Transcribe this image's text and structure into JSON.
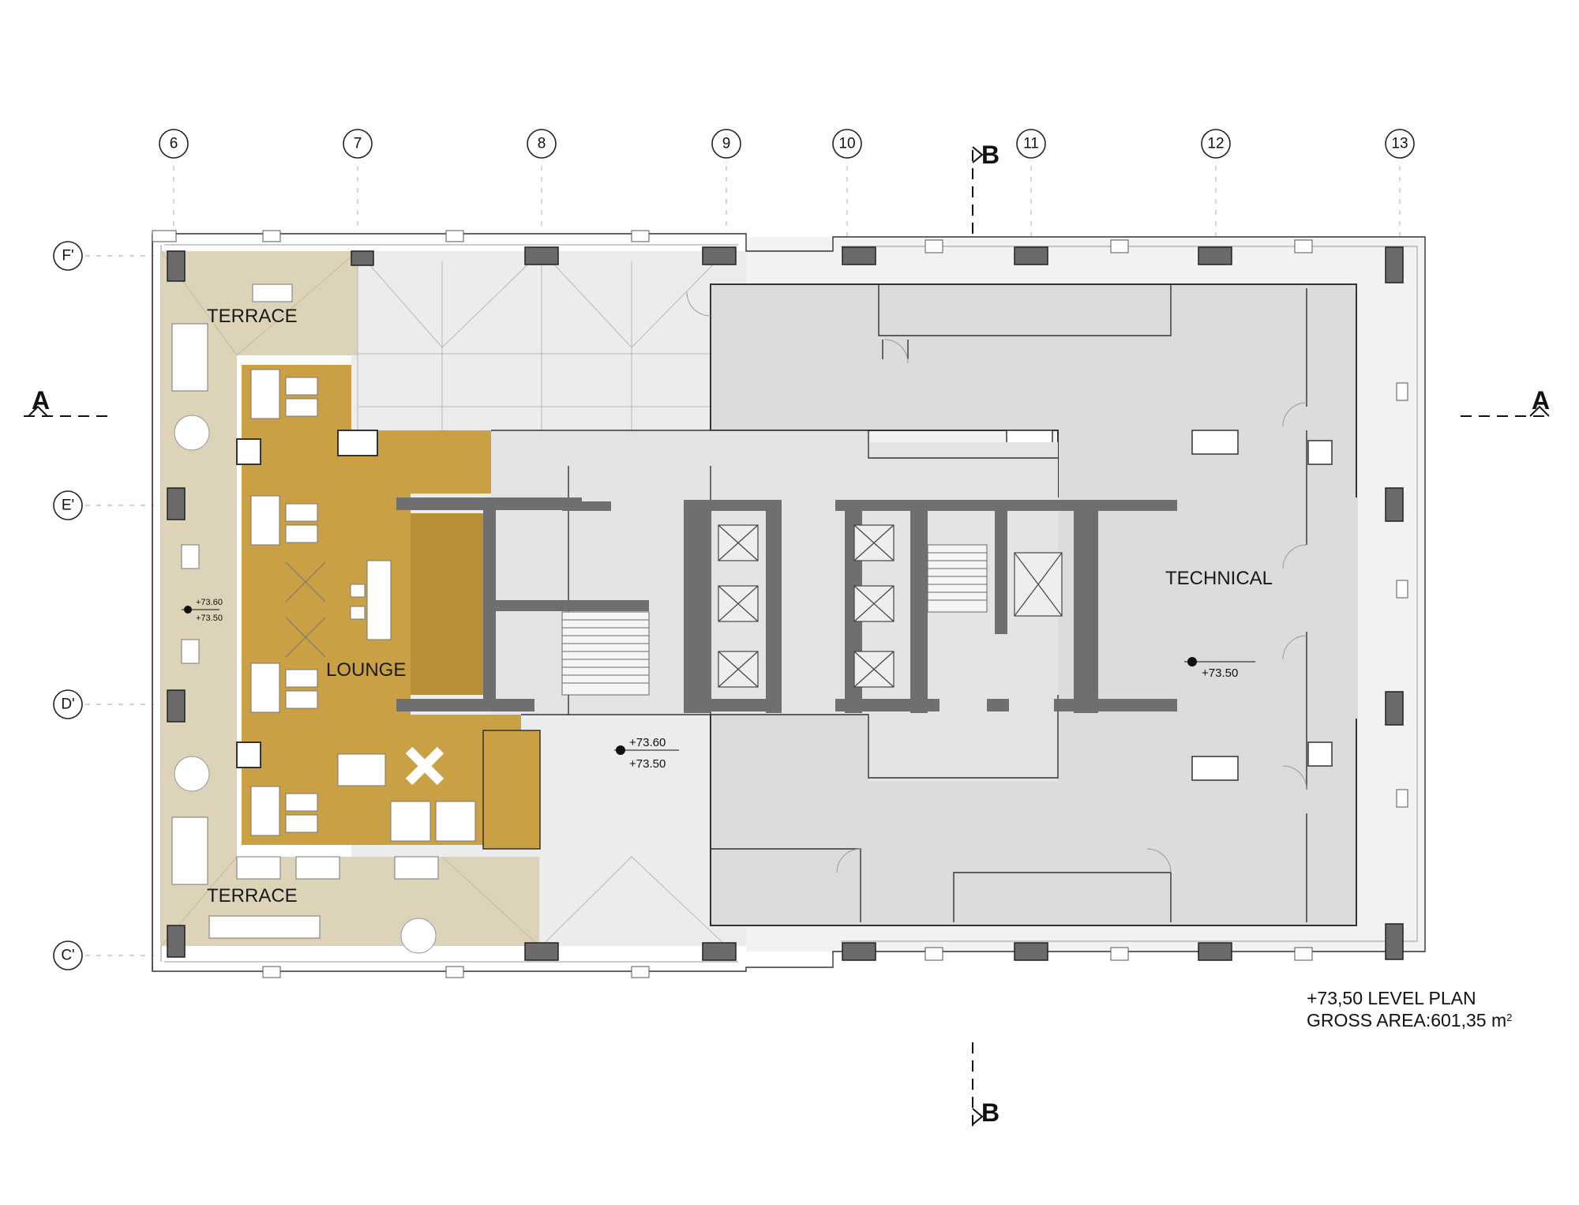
{
  "grid_columns": [
    "6",
    "7",
    "8",
    "9",
    "10",
    "11",
    "12",
    "13"
  ],
  "grid_rows": [
    "F'",
    "E'",
    "D'",
    "C'"
  ],
  "sections": {
    "a_left": "A",
    "a_right": "A",
    "b_top": "B",
    "b_bottom": "B"
  },
  "rooms": {
    "terrace_top": "TERRACE",
    "terrace_bottom": "TERRACE",
    "lounge": "LOUNGE",
    "technical": "TECHNICAL"
  },
  "levels": {
    "terrace_upper": "+73.60",
    "terrace_lower": "+73.50",
    "corridor_upper": "+73.60",
    "corridor_lower": "+73.50",
    "technical": "+73.50"
  },
  "title": {
    "line1": "+73,50 LEVEL PLAN",
    "line2_prefix": "GROSS AREA:601,35 m",
    "line2_sup": "2"
  },
  "colors": {
    "lounge_fill": "#c9a043",
    "terrace_fill": "#ddd3b9",
    "slab_fill": "#e8e8e8",
    "technical_fill": "#d9d9d9",
    "wall": "#6f6f6f"
  }
}
